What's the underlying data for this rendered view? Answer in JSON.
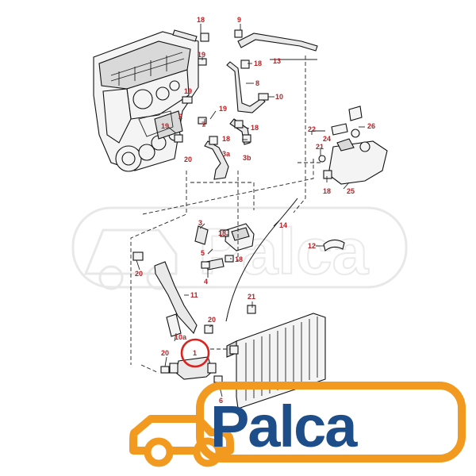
{
  "diagram": {
    "callouts": [
      {
        "id": "c-18-top",
        "text": "18"
      },
      {
        "id": "c-9",
        "text": "9"
      },
      {
        "id": "c-19-a",
        "text": "19"
      },
      {
        "id": "c-18-b",
        "text": "18"
      },
      {
        "id": "c-13",
        "text": "13"
      },
      {
        "id": "c-8",
        "text": "8"
      },
      {
        "id": "c-10",
        "text": "10"
      },
      {
        "id": "c-19-b",
        "text": "19"
      },
      {
        "id": "c-19-c",
        "text": "19"
      },
      {
        "id": "c-2",
        "text": "2"
      },
      {
        "id": "c-7",
        "text": "7"
      },
      {
        "id": "c-19-d",
        "text": "19"
      },
      {
        "id": "c-18-c",
        "text": "18"
      },
      {
        "id": "c-18-d",
        "text": "18"
      },
      {
        "id": "c-3a",
        "text": "3a"
      },
      {
        "id": "c-3b",
        "text": "3b"
      },
      {
        "id": "c-20-a",
        "text": "20"
      },
      {
        "id": "c-22",
        "text": "22"
      },
      {
        "id": "c-26",
        "text": "26"
      },
      {
        "id": "c-24",
        "text": "24"
      },
      {
        "id": "c-21-a",
        "text": "21"
      },
      {
        "id": "c-18-e",
        "text": "18"
      },
      {
        "id": "c-25",
        "text": "25"
      },
      {
        "id": "c-3",
        "text": "3"
      },
      {
        "id": "c-18-f",
        "text": "18"
      },
      {
        "id": "c-14",
        "text": "14"
      },
      {
        "id": "c-12",
        "text": "12"
      },
      {
        "id": "c-5",
        "text": "5"
      },
      {
        "id": "c-18-g",
        "text": "18"
      },
      {
        "id": "c-4",
        "text": "4"
      },
      {
        "id": "c-20-b",
        "text": "20"
      },
      {
        "id": "c-11",
        "text": "11"
      },
      {
        "id": "c-21-b",
        "text": "21"
      },
      {
        "id": "c-20-c",
        "text": "20"
      },
      {
        "id": "c-10a",
        "text": "10a"
      },
      {
        "id": "c-1",
        "text": "1"
      },
      {
        "id": "c-20-d",
        "text": "20"
      },
      {
        "id": "c-6",
        "text": "6"
      }
    ],
    "highlight_color": "#d9231f",
    "label_color": "#b0262a"
  },
  "logo": {
    "text": "Palca",
    "watermark_text": "Palca",
    "accent_color": "#f29a1f",
    "text_color": "#1d4e89"
  }
}
